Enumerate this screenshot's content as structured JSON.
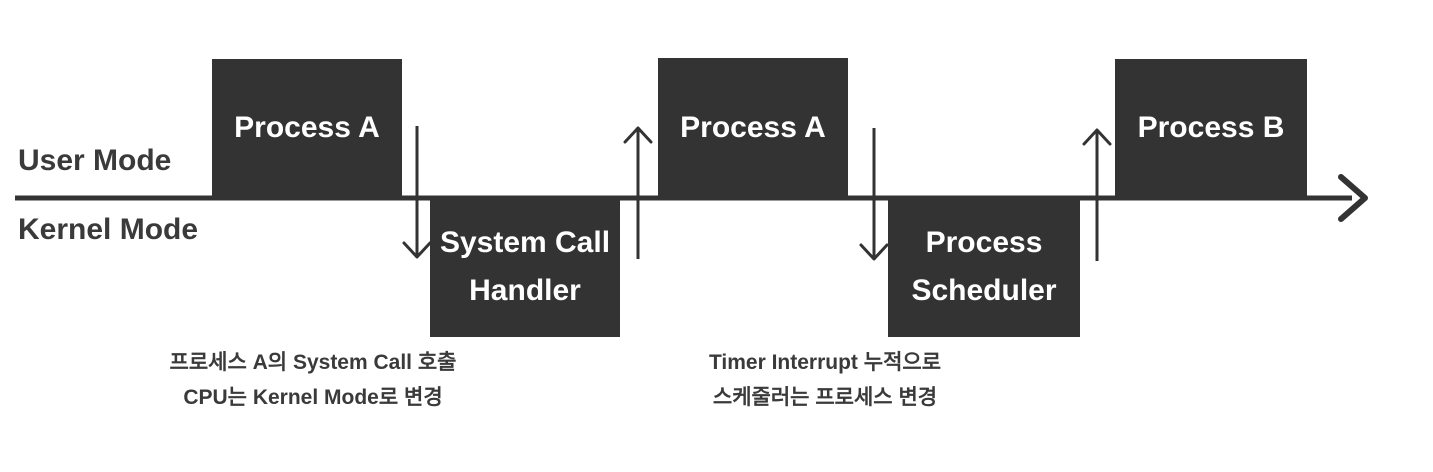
{
  "theme": {
    "box_fill": "#333333",
    "box_text": "#ffffff",
    "label_color": "#3a3a3a",
    "line_color": "#333333",
    "background": "#ffffff"
  },
  "mode_labels": {
    "user": "User Mode",
    "kernel": "Kernel Mode"
  },
  "boxes": [
    {
      "id": "process-a-1",
      "region": "user",
      "lines": [
        "Process A"
      ]
    },
    {
      "id": "system-call-handler",
      "region": "kernel",
      "lines": [
        "System Call",
        "Handler"
      ]
    },
    {
      "id": "process-a-2",
      "region": "user",
      "lines": [
        "Process A"
      ]
    },
    {
      "id": "process-scheduler",
      "region": "kernel",
      "lines": [
        "Process",
        "Scheduler"
      ]
    },
    {
      "id": "process-b",
      "region": "user",
      "lines": [
        "Process B"
      ]
    }
  ],
  "arrows": [
    {
      "id": "mode-switch-down-1",
      "direction": "down"
    },
    {
      "id": "mode-switch-up-1",
      "direction": "up"
    },
    {
      "id": "mode-switch-down-2",
      "direction": "down"
    },
    {
      "id": "mode-switch-up-2",
      "direction": "up"
    }
  ],
  "annotations": [
    {
      "lines": [
        "프로세스 A의 System Call 호출",
        "CPU는 Kernel Mode로 변경"
      ]
    },
    {
      "lines": [
        "Timer Interrupt 누적으로",
        "스케줄러는 프로세스 변경"
      ]
    }
  ]
}
